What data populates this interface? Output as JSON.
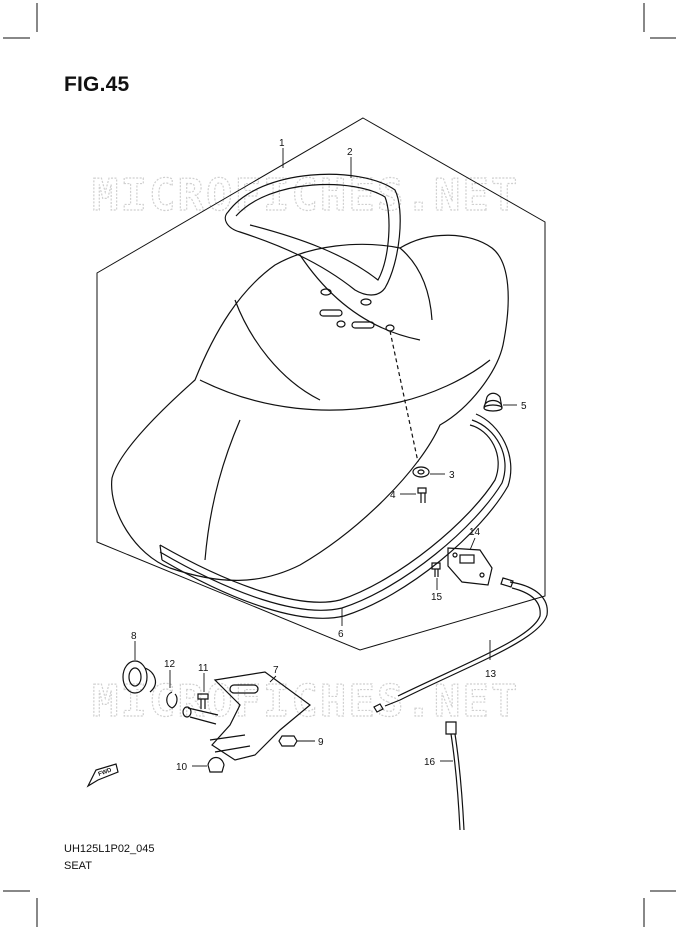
{
  "figure": {
    "title": "FIG.45",
    "code": "UH125L1P02_045",
    "name": "SEAT"
  },
  "watermark": "MICROFICHES.NET",
  "fwd_label": "FWD",
  "callouts": [
    "1",
    "2",
    "3",
    "4",
    "5",
    "6",
    "7",
    "8",
    "9",
    "10",
    "11",
    "12",
    "13",
    "14",
    "15",
    "16"
  ],
  "colors": {
    "line": "#111111",
    "watermark": "#d0d0d0",
    "background": "#ffffff"
  }
}
